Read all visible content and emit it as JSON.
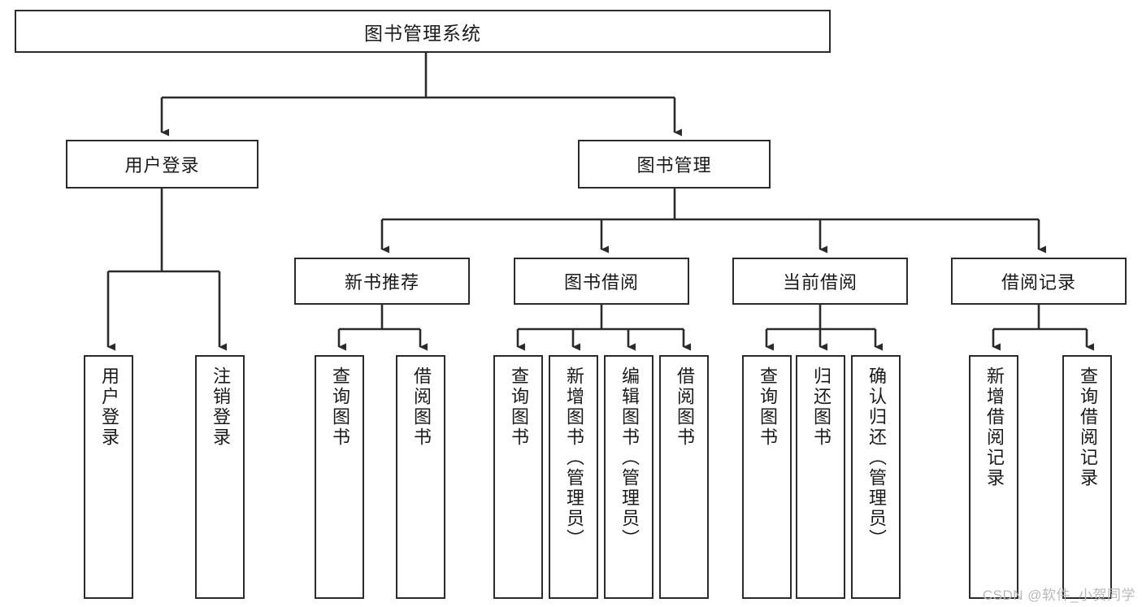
{
  "diagram": {
    "title": "图书管理系统",
    "type": "tree-hierarchy-diagram",
    "watermark": "CSDN @软件_小贺同学",
    "colors": {
      "box_border": "#2b2b2b",
      "box_fill": "#ffffff",
      "connector": "#2b2b2b",
      "text": "#1a1a1a",
      "watermark": "#b9b9b9",
      "background": "#ffffff"
    },
    "root": {
      "label": "图书管理系统"
    },
    "level2": [
      {
        "label": "用户登录"
      },
      {
        "label": "图书管理"
      }
    ],
    "level3": [
      {
        "label": "新书推荐"
      },
      {
        "label": "图书借阅"
      },
      {
        "label": "当前借阅"
      },
      {
        "label": "借阅记录"
      }
    ],
    "leaves": {
      "user_login": [
        {
          "label": "用户登录"
        },
        {
          "label": "注销登录"
        }
      ],
      "new_book_recommend": [
        {
          "label": "查询图书"
        },
        {
          "label": "借阅图书"
        }
      ],
      "book_borrow": [
        {
          "label": "查询图书"
        },
        {
          "label": "新增图书（管理员）"
        },
        {
          "label": "编辑图书（管理员）"
        },
        {
          "label": "借阅图书"
        }
      ],
      "current_borrow": [
        {
          "label": "查询图书"
        },
        {
          "label": "归还图书"
        },
        {
          "label": "确认归还（管理员）"
        }
      ],
      "borrow_record": [
        {
          "label": "新增借阅记录"
        },
        {
          "label": "查询借阅记录"
        }
      ]
    }
  }
}
